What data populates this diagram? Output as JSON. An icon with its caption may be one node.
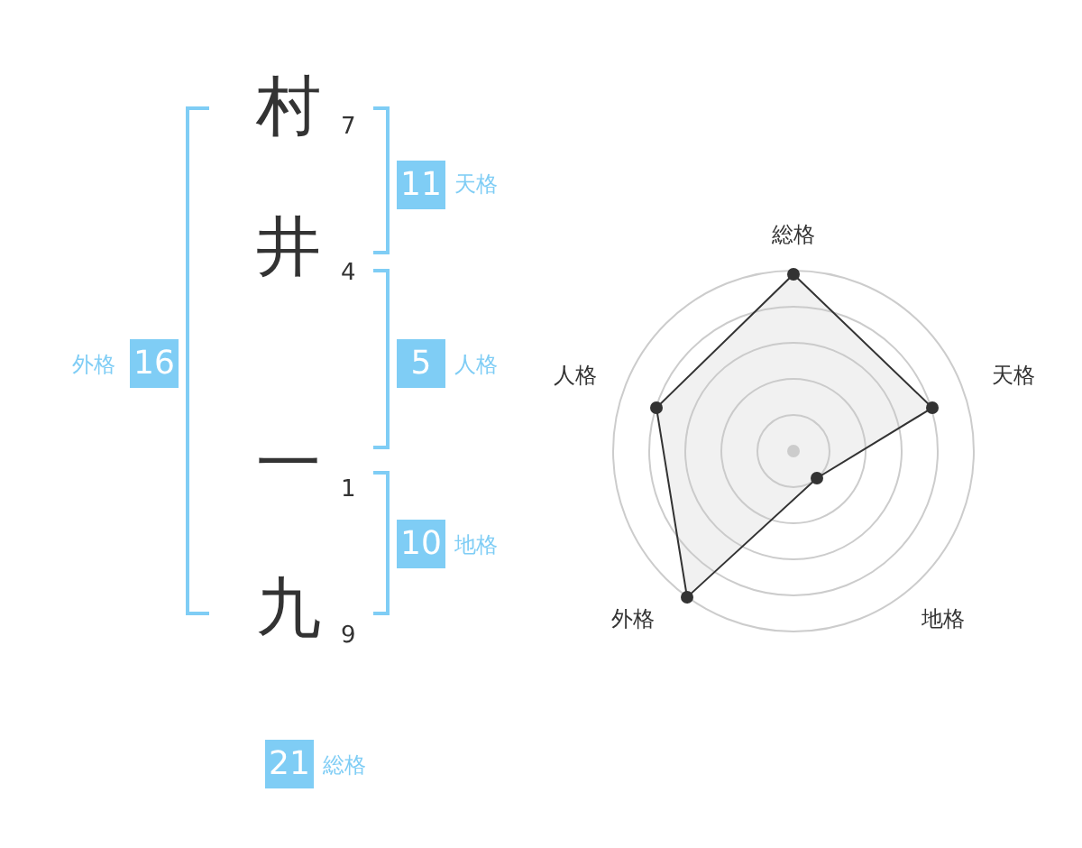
{
  "diagram": {
    "nodes": [
      {
        "text": [
          "11"
        ],
        "beside": [
          "天格"
        ]
      },
      {
        "text": [
          "16"
        ],
        "beside": [
          "外格"
        ]
      },
      {
        "text": [
          "5"
        ],
        "beside": [
          "人格"
        ]
      },
      {
        "text": [
          "10"
        ],
        "beside": [
          "地格"
        ]
      },
      {
        "text": [
          "21"
        ],
        "beside": [
          "総格"
        ]
      }
    ],
    "labels": [
      "村",
      "7",
      "井",
      "4",
      "一",
      "1",
      "九",
      "9",
      "総格",
      "人格",
      "天格",
      "外格",
      "地格"
    ]
  }
}
